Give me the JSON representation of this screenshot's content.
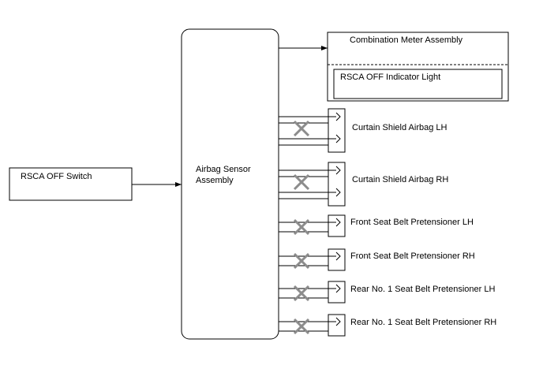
{
  "airbag_sensor": {
    "line1": "Airbag Sensor",
    "line2": "Assembly"
  },
  "switch": {
    "label": "RSCA OFF Switch"
  },
  "combination_meter": {
    "label": "Combination Meter Assembly",
    "indicator": "RSCA OFF Indicator Light"
  },
  "outputs": [
    {
      "label": "Curtain Shield Airbag LH"
    },
    {
      "label": "Curtain Shield Airbag RH"
    },
    {
      "label": "Front Seat Belt Pretensioner LH"
    },
    {
      "label": "Front Seat Belt Pretensioner RH"
    },
    {
      "label": "Rear No. 1 Seat Belt Pretensioner LH"
    },
    {
      "label": "Rear No. 1 Seat Belt Pretensioner RH"
    }
  ],
  "colors": {
    "line": "#000000",
    "cross": "#8c8c8c",
    "background": "#ffffff"
  }
}
